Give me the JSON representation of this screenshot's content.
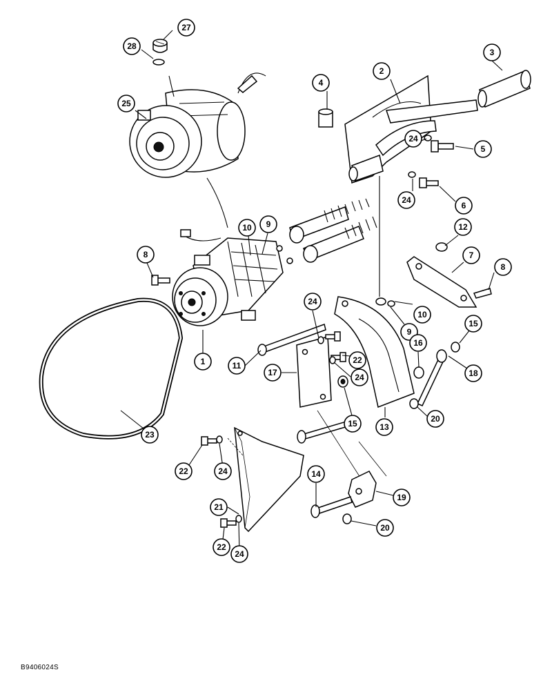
{
  "figure_id": "B9406024S",
  "callouts": [
    {
      "id": "c1",
      "label": "1"
    },
    {
      "id": "c2",
      "label": "2"
    },
    {
      "id": "c3",
      "label": "3"
    },
    {
      "id": "c4",
      "label": "4"
    },
    {
      "id": "c5",
      "label": "5"
    },
    {
      "id": "c6",
      "label": "6"
    },
    {
      "id": "c7",
      "label": "7"
    },
    {
      "id": "c8a",
      "label": "8"
    },
    {
      "id": "c8b",
      "label": "8"
    },
    {
      "id": "c9a",
      "label": "9"
    },
    {
      "id": "c9b",
      "label": "9"
    },
    {
      "id": "c10a",
      "label": "10"
    },
    {
      "id": "c10b",
      "label": "10"
    },
    {
      "id": "c11",
      "label": "11"
    },
    {
      "id": "c12",
      "label": "12"
    },
    {
      "id": "c13",
      "label": "13"
    },
    {
      "id": "c14",
      "label": "14"
    },
    {
      "id": "c15a",
      "label": "15"
    },
    {
      "id": "c15b",
      "label": "15"
    },
    {
      "id": "c16",
      "label": "16"
    },
    {
      "id": "c17",
      "label": "17"
    },
    {
      "id": "c18",
      "label": "18"
    },
    {
      "id": "c19",
      "label": "19"
    },
    {
      "id": "c20a",
      "label": "20"
    },
    {
      "id": "c20b",
      "label": "20"
    },
    {
      "id": "c21",
      "label": "21"
    },
    {
      "id": "c22a",
      "label": "22"
    },
    {
      "id": "c22b",
      "label": "22"
    },
    {
      "id": "c22c",
      "label": "22"
    },
    {
      "id": "c23",
      "label": "23"
    },
    {
      "id": "c24a",
      "label": "24"
    },
    {
      "id": "c24b",
      "label": "24"
    },
    {
      "id": "c24c",
      "label": "24"
    },
    {
      "id": "c24d",
      "label": "24"
    },
    {
      "id": "c24e",
      "label": "24"
    },
    {
      "id": "c24f",
      "label": "24"
    },
    {
      "id": "c25",
      "label": "25"
    },
    {
      "id": "c27",
      "label": "27"
    },
    {
      "id": "c28",
      "label": "28"
    }
  ]
}
